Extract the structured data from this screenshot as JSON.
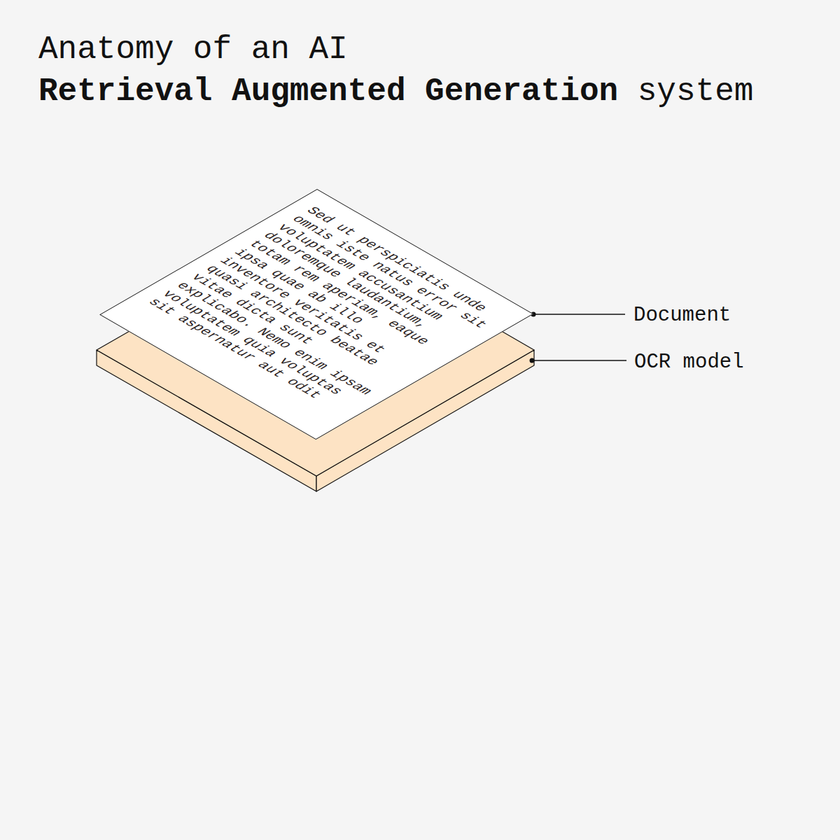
{
  "diagram": {
    "title": "Anatomy of an AI",
    "nodes": [
      {
        "text": [
          "Sed ut perspiciatis unde omnis iste natus error sit voluptatem accusantium doloremque laudantium, totam rem aperiam, eaque ipsa quae ab illo inventore veritatis et quasi architecto beatae vitae dicta sunt explicabo. Nemo enim ipsam voluptatem quia voluptas sit aspernatur aut odit"
        ]
      }
    ],
    "labels": [
      "Retrieval Augmented Generation",
      "system",
      "Document",
      "OCR model"
    ]
  }
}
